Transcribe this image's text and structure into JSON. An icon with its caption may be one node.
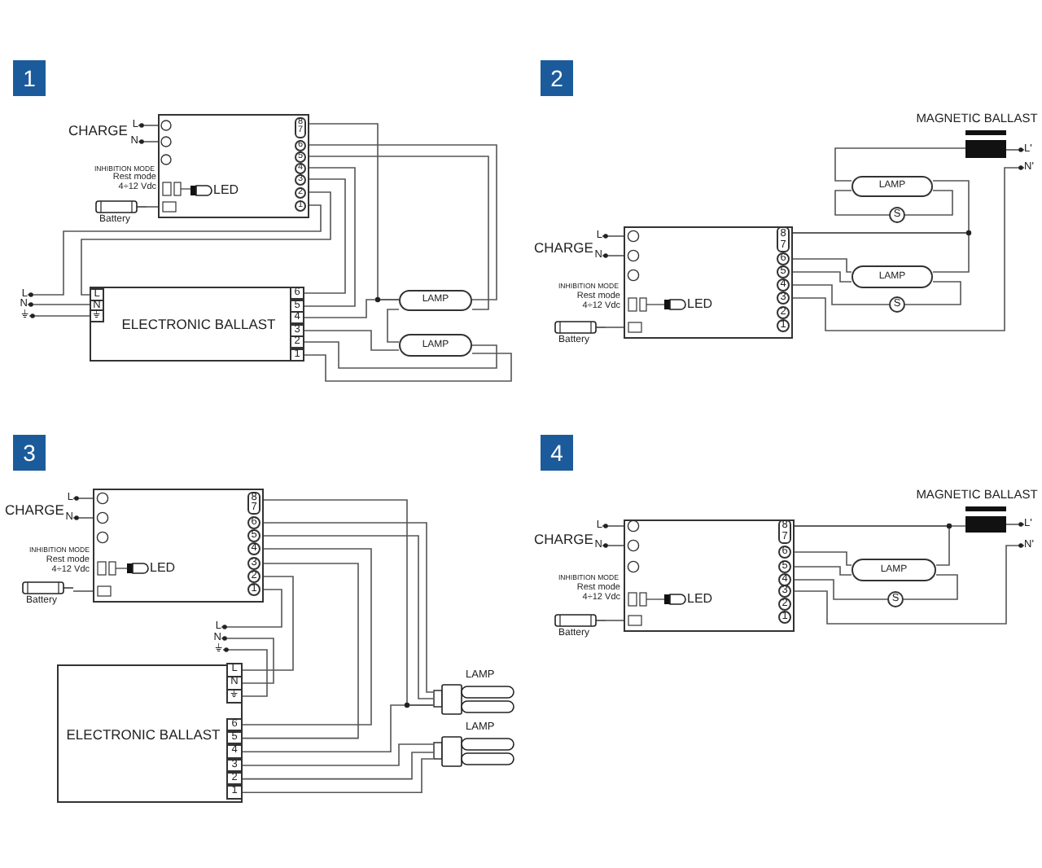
{
  "diagram": {
    "nodes": [
      {
        "text": [
          "1"
        ]
      },
      {
        "text": [
          "L"
        ]
      },
      {
        "text": [
          "N"
        ]
      },
      {
        "text": [],
        "shape": "box"
      },
      {
        "text": [
          "8",
          "7"
        ],
        "in": 3
      },
      {
        "text": [
          "6"
        ],
        "in": 3
      },
      {
        "text": [
          "5"
        ],
        "in": 3
      },
      {
        "text": [
          "4"
        ],
        "in": 3
      },
      {
        "text": [
          "3"
        ],
        "in": 3
      },
      {
        "text": [
          "2"
        ],
        "in": 3
      },
      {
        "text": [
          "1"
        ],
        "in": 3
      },
      {
        "text": [
          "LED"
        ],
        "in": 3
      },
      {
        "text": [
          "Battery"
        ]
      },
      {
        "text": [
          "L"
        ]
      },
      {
        "text": [
          "N"
        ]
      },
      {
        "text": [
          "⏚"
        ]
      },
      {
        "text": [
          "ELECTRONIC BALLAST"
        ]
      },
      {
        "text": [
          "L"
        ],
        "in": 16
      },
      {
        "text": [
          "N"
        ],
        "in": 16
      },
      {
        "text": [
          "⏚"
        ],
        "in": 16
      },
      {
        "text": [
          "6"
        ],
        "in": 16
      },
      {
        "text": [
          "5"
        ],
        "in": 16
      },
      {
        "text": [
          "4"
        ],
        "in": 16
      },
      {
        "text": [
          "3"
        ],
        "in": 16
      },
      {
        "text": [
          "2"
        ],
        "in": 16
      },
      {
        "text": [
          "1"
        ],
        "in": 16
      },
      {
        "text": [
          "LAMP"
        ]
      },
      {
        "text": [
          "LAMP"
        ]
      },
      {
        "text": [
          "2"
        ]
      },
      {
        "text": [
          "MAGNETIC BALLAST"
        ]
      },
      {
        "text": [
          "L'"
        ]
      },
      {
        "text": [
          "N'"
        ]
      },
      {
        "text": [
          "LAMP"
        ]
      },
      {
        "text": [
          "S"
        ]
      },
      {
        "text": [
          "L"
        ]
      },
      {
        "text": [
          "N"
        ]
      },
      {
        "text": [],
        "shape": "box"
      },
      {
        "text": [
          "8",
          "7"
        ],
        "in": 36
      },
      {
        "text": [
          "6"
        ],
        "in": 36
      },
      {
        "text": [
          "5"
        ],
        "in": 36
      },
      {
        "text": [
          "4"
        ],
        "in": 36
      },
      {
        "text": [
          "3"
        ],
        "in": 36
      },
      {
        "text": [
          "2"
        ],
        "in": 36
      },
      {
        "text": [
          "1"
        ],
        "in": 36
      },
      {
        "text": [
          "LED"
        ],
        "in": 36
      },
      {
        "text": [
          "LAMP"
        ]
      },
      {
        "text": [
          "S"
        ]
      },
      {
        "text": [
          "Battery"
        ]
      },
      {
        "text": [
          "3"
        ]
      },
      {
        "text": [
          "L"
        ]
      },
      {
        "text": [
          "N"
        ]
      },
      {
        "text": [],
        "shape": "box"
      },
      {
        "text": [
          "8",
          "7"
        ],
        "in": 51
      },
      {
        "text": [
          "6"
        ],
        "in": 51
      },
      {
        "text": [
          "5"
        ],
        "in": 51
      },
      {
        "text": [
          "4"
        ],
        "in": 51
      },
      {
        "text": [
          "3"
        ],
        "in": 51
      },
      {
        "text": [
          "2"
        ],
        "in": 51
      },
      {
        "text": [
          "1"
        ],
        "in": 51
      },
      {
        "text": [
          "LED"
        ],
        "in": 51
      },
      {
        "text": [
          "Battery"
        ]
      },
      {
        "text": [
          "L"
        ]
      },
      {
        "text": [
          "N"
        ]
      },
      {
        "text": [
          "⏚"
        ]
      },
      {
        "text": [
          "ELECTRONIC BALLAST"
        ]
      },
      {
        "text": [
          "L"
        ],
        "in": 64
      },
      {
        "text": [
          "N"
        ],
        "in": 64
      },
      {
        "text": [
          "⏚"
        ],
        "in": 64
      },
      {
        "text": [
          "6"
        ],
        "in": 64
      },
      {
        "text": [
          "5"
        ],
        "in": 64
      },
      {
        "text": [
          "4"
        ],
        "in": 64
      },
      {
        "text": [
          "3"
        ],
        "in": 64
      },
      {
        "text": [
          "2"
        ],
        "in": 64
      },
      {
        "text": [
          "1"
        ],
        "in": 64
      },
      {
        "text": [
          "LAMP"
        ]
      },
      {
        "text": [
          "LAMP"
        ]
      },
      {
        "text": [
          "4"
        ]
      },
      {
        "text": [
          "MAGNETIC BALLAST"
        ]
      },
      {
        "text": [
          "L'"
        ]
      },
      {
        "text": [
          "N'"
        ]
      },
      {
        "text": [
          "L"
        ]
      },
      {
        "text": [
          "N"
        ]
      },
      {
        "text": [],
        "shape": "box"
      },
      {
        "text": [
          "8",
          "7"
        ],
        "in": 82
      },
      {
        "text": [
          "6"
        ],
        "in": 82
      },
      {
        "text": [
          "5"
        ],
        "in": 82
      },
      {
        "text": [
          "4"
        ],
        "in": 82
      },
      {
        "text": [
          "3"
        ],
        "in": 82
      },
      {
        "text": [
          "2"
        ],
        "in": 82
      },
      {
        "text": [
          "1"
        ],
        "in": 82
      },
      {
        "text": [
          "LED"
        ],
        "in": 82
      },
      {
        "text": [
          "LAMP"
        ]
      },
      {
        "text": [
          "S"
        ]
      },
      {
        "text": [
          "Battery"
        ]
      }
    ],
    "edges": [
      {
        "from": 1,
        "to": 3,
        "arrow": "none"
      },
      {
        "from": 2,
        "to": 3,
        "arrow": "none"
      },
      {
        "from": 12,
        "to": 3,
        "arrow": "none"
      },
      {
        "from": 4,
        "to": 26,
        "arrow": "none"
      },
      {
        "from": 22,
        "to": 26,
        "arrow": "none"
      },
      {
        "from": 5,
        "to": 26,
        "arrow": "none"
      },
      {
        "from": 6,
        "to": 26,
        "arrow": "none"
      },
      {
        "from": 7,
        "to": 21,
        "arrow": "none"
      },
      {
        "from": 8,
        "to": 20,
        "arrow": "none"
      },
      {
        "from": 9,
        "to": 17,
        "arrow": "none"
      },
      {
        "from": 10,
        "to": 13,
        "arrow": "none"
      },
      {
        "from": 14,
        "to": 18,
        "arrow": "none"
      },
      {
        "from": 15,
        "to": 19,
        "arrow": "none"
      },
      {
        "from": 26,
        "to": 27,
        "arrow": "none"
      },
      {
        "from": 23,
        "to": 27,
        "arrow": "none"
      },
      {
        "from": 24,
        "to": 27,
        "arrow": "none"
      },
      {
        "from": 25,
        "to": 27,
        "arrow": "none"
      },
      {
        "from": 34,
        "to": 36,
        "arrow": "none"
      },
      {
        "from": 35,
        "to": 36,
        "arrow": "none"
      },
      {
        "from": 47,
        "to": 36,
        "arrow": "none"
      },
      {
        "from": 29,
        "to": 30,
        "arrow": "none"
      },
      {
        "from": 29,
        "to": 32,
        "arrow": "none"
      },
      {
        "from": 32,
        "to": 33,
        "arrow": "none"
      },
      {
        "from": 33,
        "to": 32,
        "arrow": "none"
      },
      {
        "from": 37,
        "to": 32,
        "arrow": "none"
      },
      {
        "from": 37,
        "to": 45,
        "arrow": "none"
      },
      {
        "from": 38,
        "to": 45,
        "arrow": "none"
      },
      {
        "from": 39,
        "to": 45,
        "arrow": "none"
      },
      {
        "from": 40,
        "to": 46,
        "arrow": "none"
      },
      {
        "from": 46,
        "to": 45,
        "arrow": "none"
      },
      {
        "from": 41,
        "to": 31,
        "arrow": "none"
      },
      {
        "from": 49,
        "to": 51,
        "arrow": "none"
      },
      {
        "from": 50,
        "to": 51,
        "arrow": "none"
      },
      {
        "from": 60,
        "to": 51,
        "arrow": "none"
      },
      {
        "from": 52,
        "to": 74,
        "arrow": "none"
      },
      {
        "from": 70,
        "to": 74,
        "arrow": "none"
      },
      {
        "from": 53,
        "to": 74,
        "arrow": "none"
      },
      {
        "from": 54,
        "to": 74,
        "arrow": "none"
      },
      {
        "from": 55,
        "to": 68,
        "arrow": "none"
      },
      {
        "from": 56,
        "to": 69,
        "arrow": "none"
      },
      {
        "from": 57,
        "to": 65,
        "arrow": "none"
      },
      {
        "from": 58,
        "to": 61,
        "arrow": "none"
      },
      {
        "from": 62,
        "to": 66,
        "arrow": "none"
      },
      {
        "from": 63,
        "to": 67,
        "arrow": "none"
      },
      {
        "from": 71,
        "to": 75,
        "arrow": "none"
      },
      {
        "from": 72,
        "to": 75,
        "arrow": "none"
      },
      {
        "from": 73,
        "to": 75,
        "arrow": "none"
      },
      {
        "from": 80,
        "to": 82,
        "arrow": "none"
      },
      {
        "from": 81,
        "to": 82,
        "arrow": "none"
      },
      {
        "from": 93,
        "to": 82,
        "arrow": "none"
      },
      {
        "from": 83,
        "to": 77,
        "arrow": "none"
      },
      {
        "from": 77,
        "to": 78,
        "arrow": "none"
      },
      {
        "from": 83,
        "to": 91,
        "arrow": "none"
      },
      {
        "from": 84,
        "to": 91,
        "arrow": "none"
      },
      {
        "from": 85,
        "to": 91,
        "arrow": "none"
      },
      {
        "from": 86,
        "to": 92,
        "arrow": "none"
      },
      {
        "from": 92,
        "to": 91,
        "arrow": "none"
      },
      {
        "from": 87,
        "to": 79,
        "arrow": "none"
      }
    ],
    "labels": [
      "CHARGE",
      "INHIBITION MODE",
      "Rest mode 4÷12 Vdc",
      "CHARGE",
      "INHIBITION MODE",
      "Rest mode 4÷12 Vdc",
      "CHARGE",
      "INHIBITION MODE",
      "Rest mode 4÷12 Vdc",
      "CHARGE",
      "INHIBITION MODE",
      "Rest mode 4÷12 Vdc"
    ]
  }
}
